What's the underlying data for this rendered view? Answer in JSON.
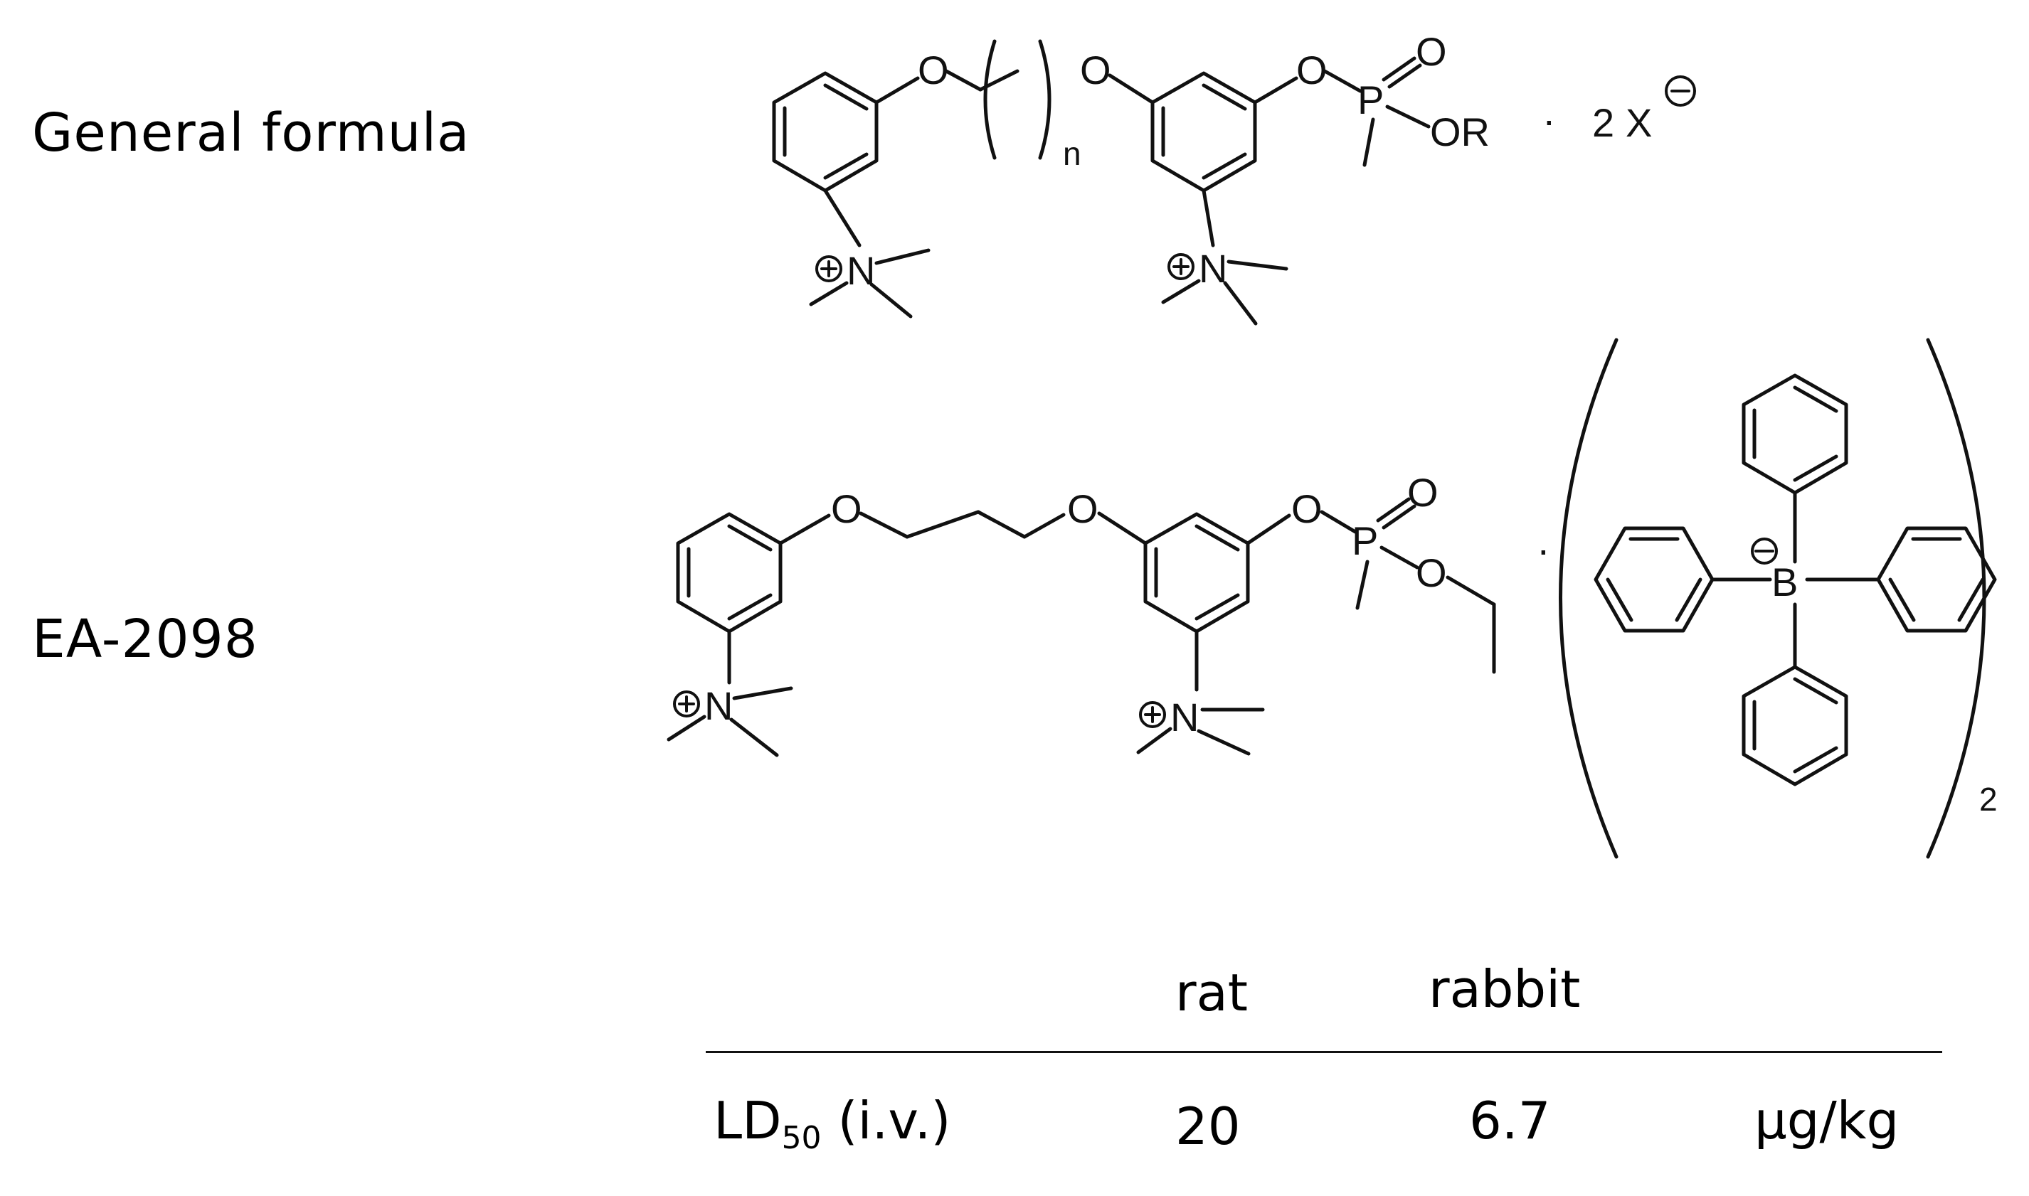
{
  "rows": {
    "general_label": "General formula",
    "ea_label": "EA-2098"
  },
  "atoms": {
    "O": "O",
    "P": "P",
    "N": "N",
    "B": "B",
    "OR": "OR",
    "n": "n",
    "X": "X",
    "two": "2",
    "dot": "·",
    "plus": "+",
    "minus": "−"
  },
  "table": {
    "headers": [
      "rat",
      "rabbit"
    ],
    "row_label_main": "LD",
    "row_label_sub": "50",
    "row_label_rest": " (i.v.)",
    "values": [
      "20",
      "6.7"
    ],
    "unit": "µg/kg"
  }
}
